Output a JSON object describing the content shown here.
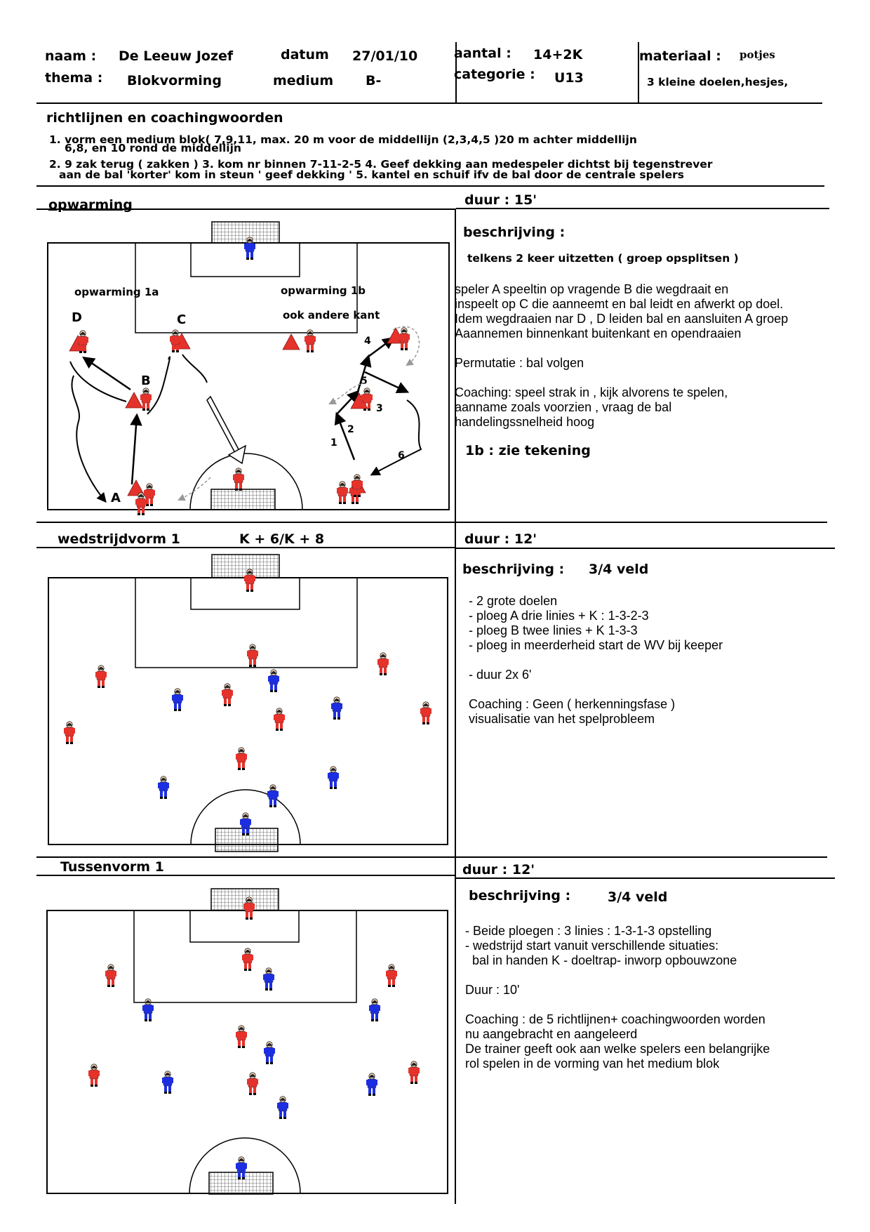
{
  "header": {
    "naam_label": "naam :",
    "naam_value": "De Leeuw Jozef",
    "datum_label": "datum",
    "datum_value": "27/01/10",
    "thema_label": "thema :",
    "thema_value": "Blokvorming",
    "medium_label": "medium",
    "medium_value": "B-",
    "aantal_label": "aantal :",
    "aantal_value": "14+2K",
    "categorie_label": "categorie :",
    "categorie_value": "U13",
    "materiaal_label": "materiaal :",
    "materiaal_line1": "potjes",
    "materiaal_line2": "3 kleine doelen,hesjes,"
  },
  "guidelines": {
    "title": "richtlijnen en coachingwoorden",
    "line1": "1. vorm een medium blok( 7,9,11, max. 20 m voor de middellijn (2,3,4,5 )20 m achter middellijn",
    "line2": "6,8, en 10 rond de middellijn",
    "line3": "2. 9 zak terug  ( zakken )  3. kom nr binnen 7-11-2-5   4. Geef dekking aan medespeler dichtst bij tegenstrever",
    "line4": "aan de bal 'korter' kom in steun ' geef dekking ' 5. kantel en schuif ifv de bal door de centrale spelers"
  },
  "section1": {
    "title": "opwarming",
    "duur": "duur : 15'",
    "beschrijving": "beschrijving :",
    "subtitle": "telkens 2 keer uitzetten ( groep opsplitsen )",
    "desc": [
      "speler A speeltin op vragende B die wegdraait en",
      "inspeelt op C die aanneemt en bal leidt en afwerkt op doel.",
      "Idem wegdraaien nar D , D leiden bal en aansluiten A groep",
      "Aaannemen binnenkant buitenkant en opendraaien",
      "",
      "Permutatie : bal volgen",
      "",
      "Coaching: speel strak in , kijk alvorens te spelen,",
      "               aanname zoals voorzien , vraag de bal",
      "               handelingssnelheid hoog"
    ],
    "note": "1b : zie tekening",
    "diagram": {
      "label_1a": "opwarming 1a",
      "label_1b": "opwarming 1b",
      "label_1b_2": "ook andere kant",
      "A": "A",
      "B": "B",
      "C": "C",
      "D": "D",
      "n1": "1",
      "n2": "2",
      "n3": "3",
      "n4": "4",
      "n5": "5",
      "n6": "6"
    }
  },
  "section2": {
    "title": "wedstrijdvorm 1",
    "title2": "K + 6/K + 8",
    "duur": "duur : 12'",
    "beschrijving": "beschrijving :",
    "veld": "3/4 veld",
    "desc": [
      "- 2 grote doelen",
      "- ploeg A drie linies + K : 1-3-2-3",
      "- ploeg B twee linies + K 1-3-3",
      "- ploeg in meerderheid start de WV bij keeper",
      "",
      "- duur 2x 6'",
      "",
      "Coaching : Geen ( herkenningsfase )",
      "visualisatie van het spelprobleem"
    ]
  },
  "section3": {
    "title": "Tussenvorm 1",
    "duur": "duur : 12'",
    "beschrijving": "beschrijving :",
    "veld": "3/4 veld",
    "desc": [
      "- Beide ploegen : 3 linies : 1-3-1-3 opstelling",
      "- wedstrijd start vanuit verschillende situaties:",
      "  bal in handen K - doeltrap- inworp opbouwzone",
      "",
      "Duur : 10'",
      "",
      "Coaching : de 5 richtlijnen+ coachingwoorden worden",
      "nu aangebracht en aangeleerd",
      "De trainer geeft ook aan welke spelers een belangrijke",
      "rol spelen in de vorming van het medium blok"
    ]
  },
  "colors": {
    "red_team": "#e5322b",
    "blue_team": "#1c2ee0",
    "line": "#000000"
  }
}
